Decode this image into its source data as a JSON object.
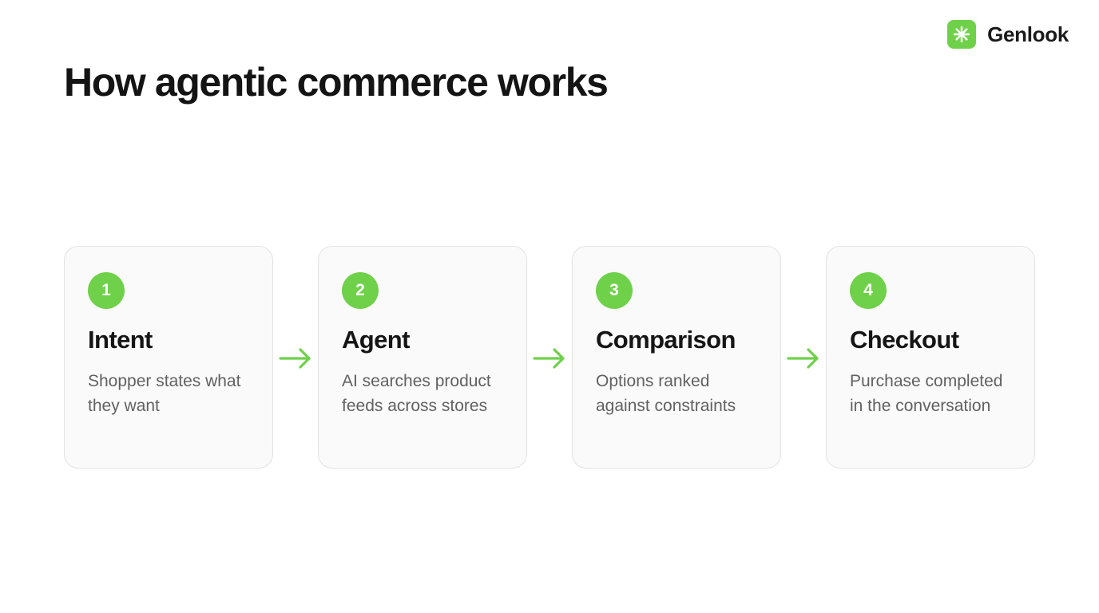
{
  "brand": {
    "name": "Genlook",
    "icon": "sparkle-icon",
    "color": "#6fd14a"
  },
  "title": "How agentic commerce works",
  "steps": [
    {
      "number": "1",
      "title": "Intent",
      "description": "Shopper states what they want"
    },
    {
      "number": "2",
      "title": "Agent",
      "description": "AI searches product feeds across stores"
    },
    {
      "number": "3",
      "title": "Comparison",
      "description": "Options ranked against constraints"
    },
    {
      "number": "4",
      "title": "Checkout",
      "description": "Purchase completed in the conversation"
    }
  ],
  "colors": {
    "accent": "#6fd14a",
    "card_background": "#fafafa",
    "card_border": "#e2e2e2",
    "description_text": "#616161"
  },
  "connector_icon": "arrow-right-icon"
}
